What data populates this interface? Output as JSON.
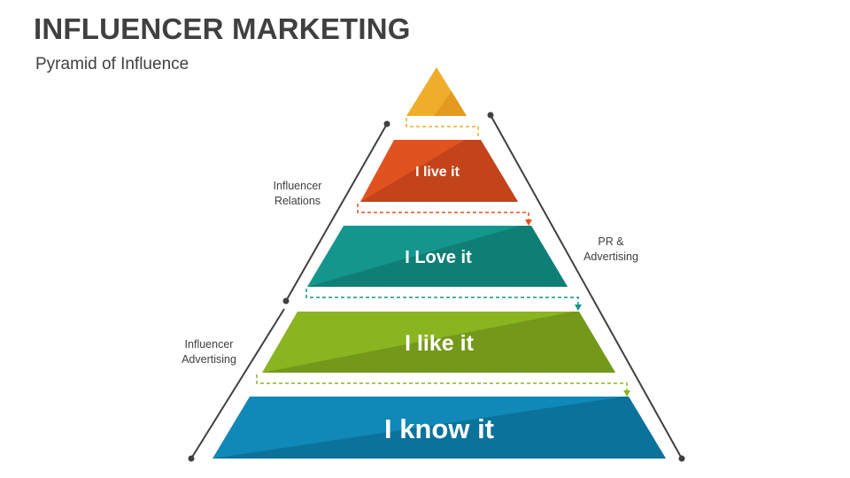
{
  "header": {
    "title": "INFLUENCER MARKETING",
    "subtitle": "Pyramid of Influence"
  },
  "tiers": [
    {
      "label": "",
      "color": "#F0AD2C",
      "shade": "#E29B1E"
    },
    {
      "label": "I live it",
      "color": "#E0531E",
      "shade": "#C3431A"
    },
    {
      "label": "I Love it",
      "color": "#14968C",
      "shade": "#0F7F76"
    },
    {
      "label": "I like it",
      "color": "#8AB420",
      "shade": "#74981A"
    },
    {
      "label": "I know it",
      "color": "#1089B8",
      "shade": "#0B729B"
    }
  ],
  "side_labels": {
    "influencer_relations": [
      "Influencer",
      "Relations"
    ],
    "pr_advertising": [
      "PR &",
      "Advertising"
    ],
    "influencer_advertising": [
      "Influencer",
      "Advertising"
    ]
  },
  "colors": {
    "line": "#404040",
    "text": "#404040"
  }
}
